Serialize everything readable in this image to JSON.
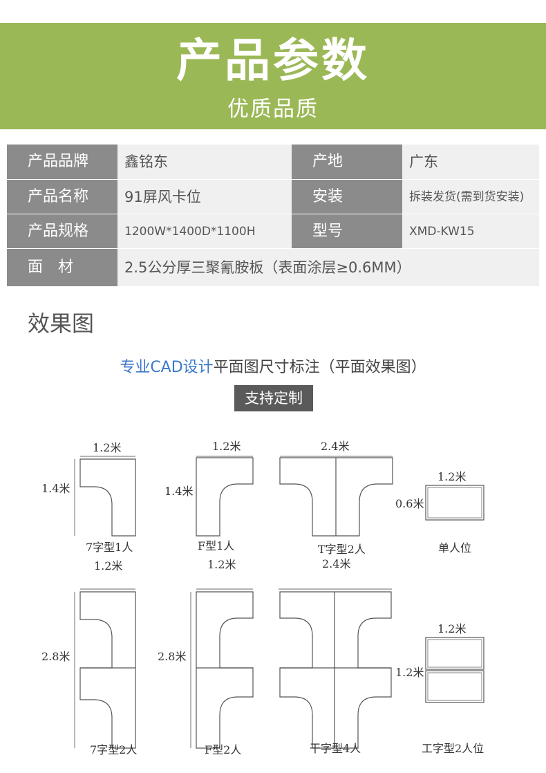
{
  "header": {
    "title": "产品参数",
    "subtitle": "优质品质"
  },
  "spec_rows": [
    {
      "label1": "产品品牌",
      "value1": "鑫铭东",
      "label2": "产地",
      "value2": "广东"
    },
    {
      "label1": "产品名称",
      "value1": "91屏风卡位",
      "label2": "安装",
      "value2": "拆装发货(需到货安装)"
    },
    {
      "label1": "产品规格",
      "value1": "1200W*1400D*1100H",
      "label2": "型号",
      "value2": "XMD-KW15"
    },
    {
      "label1": "面　材",
      "value1": "2.5公分厚三聚氰胺板（表面涂层≥0.6MM）"
    }
  ],
  "effect": {
    "title": "效果图",
    "cad_blue": "专业CAD设计",
    "cad_rest": "平面图尺寸标注（平面效果图）",
    "badge": "支持定制"
  },
  "diagrams": {
    "d1": {
      "w": "1.2米",
      "h": "1.4米",
      "caption": "7字型1人"
    },
    "d2": {
      "w": "1.2米",
      "h": "1.4米",
      "caption": "F型1人"
    },
    "d3": {
      "w": "2.4米",
      "caption": "T字型2人"
    },
    "d4": {
      "w": "1.2米",
      "h": "0.6米",
      "caption": "单人位"
    },
    "d5": {
      "w": "1.2米",
      "h": "2.8米",
      "caption": "7字型2人"
    },
    "d6": {
      "w": "1.2米",
      "h": "2.8米",
      "caption": "F型2人"
    },
    "d7": {
      "w": "2.4米",
      "caption": "干字型4人"
    },
    "d8": {
      "w": "1.2米",
      "h": "1.2米",
      "caption": "工字型2人位"
    }
  }
}
